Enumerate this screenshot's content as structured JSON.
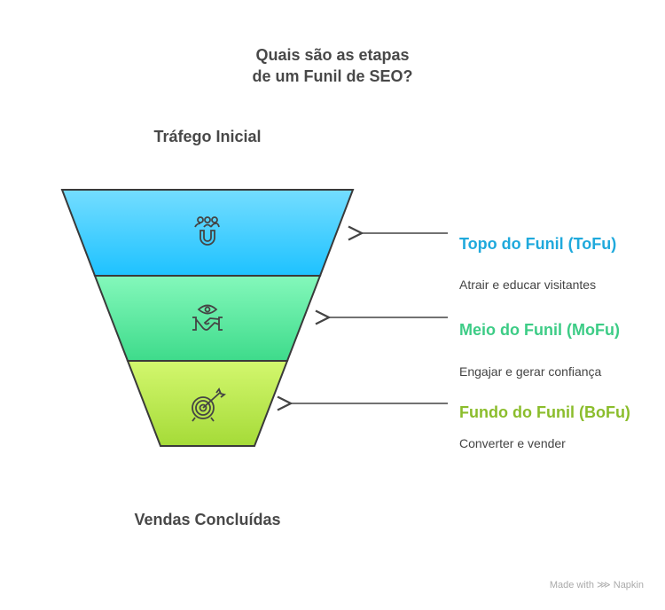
{
  "title_line1": "Quais são as etapas",
  "title_line2": "de um Funil de SEO?",
  "top_label": "Tráfego Inicial",
  "bottom_label": "Vendas Concluídas",
  "stages": [
    {
      "title": "Topo do Funil (ToFu)",
      "desc": "Atrair e educar visitantes",
      "color": "#1fa9dc",
      "icon": "magnet-people-icon"
    },
    {
      "title": "Meio do Funil (MoFu)",
      "desc": "Engajar e gerar confiança",
      "color": "#3dcc86",
      "icon": "eye-handshake-icon"
    },
    {
      "title": "Fundo do Funil (BoFu)",
      "desc": "Converter e vender",
      "color": "#8bbd2c",
      "icon": "target-arrow-icon"
    }
  ],
  "footer": {
    "made_with": "Made with",
    "brand": "Napkin"
  }
}
